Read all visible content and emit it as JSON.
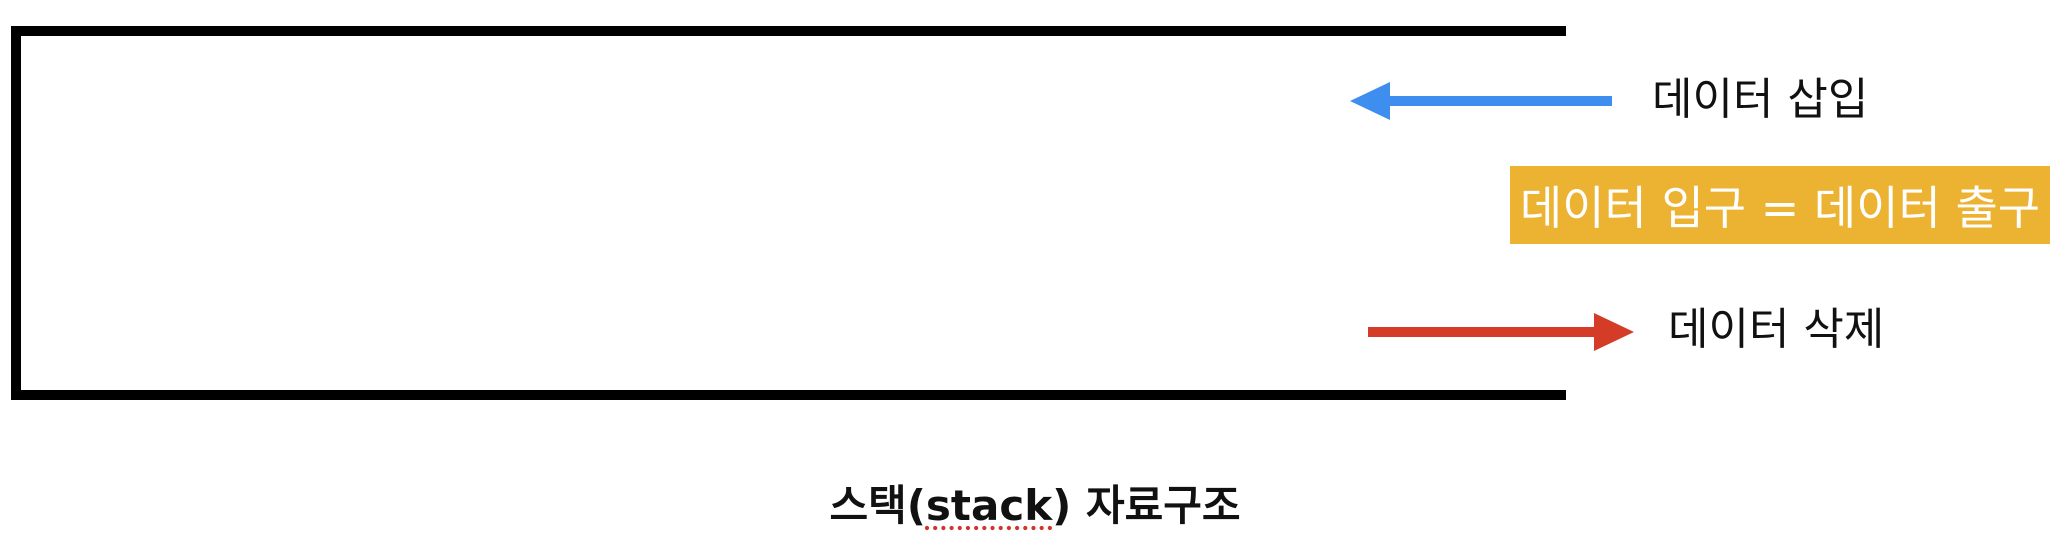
{
  "labels": {
    "insert": "데이터 삽입",
    "io_rule": "데이터 입구 = 데이터 출구",
    "delete": "데이터 삭제"
  },
  "caption": {
    "prefix": "스택(",
    "term": "stack",
    "suffix": ") 자료구조"
  },
  "colors": {
    "stack_outline": "#000000",
    "insert_arrow": "#3d8eef",
    "delete_arrow": "#d43c28",
    "badge_background": "#ecb232",
    "badge_text": "#ffffff"
  },
  "icons": {
    "insert": "arrow-left-icon",
    "delete": "arrow-right-icon"
  }
}
